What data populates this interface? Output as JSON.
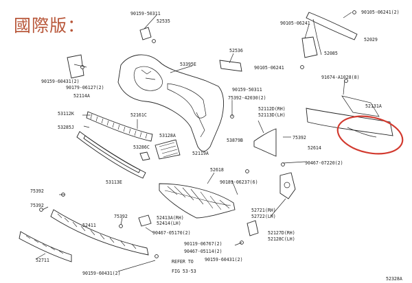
{
  "title": "國際版：",
  "callouts": [
    {
      "id": "c1",
      "text": "90159-50311",
      "kind": "part-number"
    },
    {
      "id": "c2",
      "text": "52535",
      "kind": "part-number"
    },
    {
      "id": "c3",
      "text": "90105-06241",
      "kind": "part-number"
    },
    {
      "id": "c4",
      "text": "52029",
      "kind": "part-number"
    },
    {
      "id": "c5",
      "text": "90105-06241(2)",
      "kind": "part-number"
    },
    {
      "id": "c6",
      "text": "52085",
      "kind": "part-number"
    },
    {
      "id": "c7",
      "text": "52536",
      "kind": "part-number"
    },
    {
      "id": "c8",
      "text": "53395E",
      "kind": "part-number"
    },
    {
      "id": "c9",
      "text": "90105-06241",
      "kind": "part-number"
    },
    {
      "id": "c10",
      "text": "90159-60431(2)",
      "kind": "part-number"
    },
    {
      "id": "c11",
      "text": "90179-06127(2)",
      "kind": "part-number"
    },
    {
      "id": "c12",
      "text": "52114A",
      "kind": "part-number"
    },
    {
      "id": "c13",
      "text": "91674-A1028(8)",
      "kind": "part-number"
    },
    {
      "id": "c14",
      "text": "90159-50311",
      "kind": "part-number"
    },
    {
      "id": "c15",
      "text": "75392-42030(2)",
      "kind": "part-number"
    },
    {
      "id": "c16",
      "text": "52131A",
      "kind": "part-number"
    },
    {
      "id": "c17",
      "text": "53112K",
      "kind": "part-number"
    },
    {
      "id": "c18",
      "text": "52161C",
      "kind": "part-number"
    },
    {
      "id": "c19",
      "text": "52112D(RH)",
      "kind": "part-number"
    },
    {
      "id": "c20",
      "text": "52113D(LH)",
      "kind": "part-number"
    },
    {
      "id": "c21",
      "text": "53285J",
      "kind": "part-number"
    },
    {
      "id": "c22",
      "text": "53128A",
      "kind": "part-number"
    },
    {
      "id": "c23",
      "text": "53879B",
      "kind": "part-number"
    },
    {
      "id": "c24",
      "text": "75392",
      "kind": "part-number"
    },
    {
      "id": "c25",
      "text": "52614",
      "kind": "part-number"
    },
    {
      "id": "c26",
      "text": "53286C",
      "kind": "part-number"
    },
    {
      "id": "c27",
      "text": "52119A",
      "kind": "part-number"
    },
    {
      "id": "c28",
      "text": "90467-07220(2)",
      "kind": "part-number"
    },
    {
      "id": "c29",
      "text": "53113E",
      "kind": "part-number"
    },
    {
      "id": "c30",
      "text": "52618",
      "kind": "part-number"
    },
    {
      "id": "c31",
      "text": "90189-06237(6)",
      "kind": "part-number"
    },
    {
      "id": "c32",
      "text": "75392",
      "kind": "part-number"
    },
    {
      "id": "c33",
      "text": "75392",
      "kind": "part-number"
    },
    {
      "id": "c34",
      "text": "52721(RH)",
      "kind": "part-number"
    },
    {
      "id": "c35",
      "text": "52722(LH)",
      "kind": "part-number"
    },
    {
      "id": "c36",
      "text": "52411",
      "kind": "part-number"
    },
    {
      "id": "c37",
      "text": "75392",
      "kind": "part-number"
    },
    {
      "id": "c38",
      "text": "52413A(RH)",
      "kind": "part-number"
    },
    {
      "id": "c39",
      "text": "52414(LH)",
      "kind": "part-number"
    },
    {
      "id": "c40",
      "text": "90467-05170(2)",
      "kind": "part-number"
    },
    {
      "id": "c41",
      "text": "52127D(RH)",
      "kind": "part-number"
    },
    {
      "id": "c42",
      "text": "52128C(LH)",
      "kind": "part-number"
    },
    {
      "id": "c43",
      "text": "90119-06767(2)",
      "kind": "part-number"
    },
    {
      "id": "c44",
      "text": "90467-05114(2)",
      "kind": "part-number"
    },
    {
      "id": "c45",
      "text": "52711",
      "kind": "part-number"
    },
    {
      "id": "c46",
      "text": "90159-60431(2)",
      "kind": "part-number"
    },
    {
      "id": "c47",
      "text": "REFER TO",
      "kind": "note"
    },
    {
      "id": "c48",
      "text": "FIG 53-53",
      "kind": "note"
    },
    {
      "id": "c49",
      "text": "52328A",
      "kind": "figure-id"
    }
  ],
  "highlight": {
    "color": "#d23a2f",
    "marks": "52131A"
  },
  "colors": {
    "title": "#b8573a",
    "line": "#222222",
    "background": "#ffffff"
  }
}
